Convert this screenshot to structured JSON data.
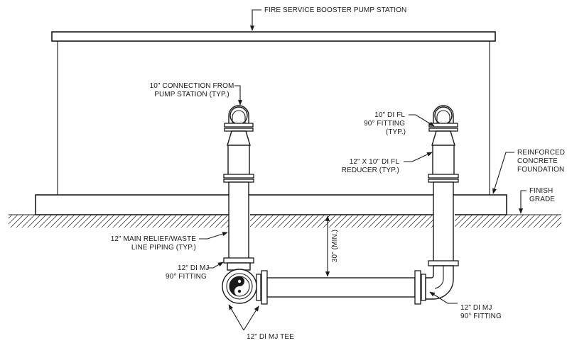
{
  "labels": {
    "building": "FIRE SERVICE BOOSTER PUMP STATION",
    "connection": [
      "10\" CONNECTION FROM",
      "PUMP STATION (TYP.)"
    ],
    "fitting90_fl": [
      "10\" DI FL",
      "90° FITTING",
      "(TYP.)"
    ],
    "reducer": [
      "12\" X 10\" DI FL",
      "REDUCER (TYP.)"
    ],
    "foundation": [
      "REINFORCED",
      "CONCRETE",
      "FOUNDATION"
    ],
    "finish_grade": [
      "FINISH",
      "GRADE"
    ],
    "relief_piping": [
      "12\" MAIN RELIEF/WASTE",
      "LINE PIPING (TYP.)"
    ],
    "mj_fitting_left": [
      "12\" DI MJ",
      "90° FITTING"
    ],
    "mj_fitting_right": [
      "12\" DI MJ",
      "90° FITTING"
    ],
    "mj_tee": "12\" DI MJ TEE",
    "depth": "30\" (MIN.)"
  }
}
